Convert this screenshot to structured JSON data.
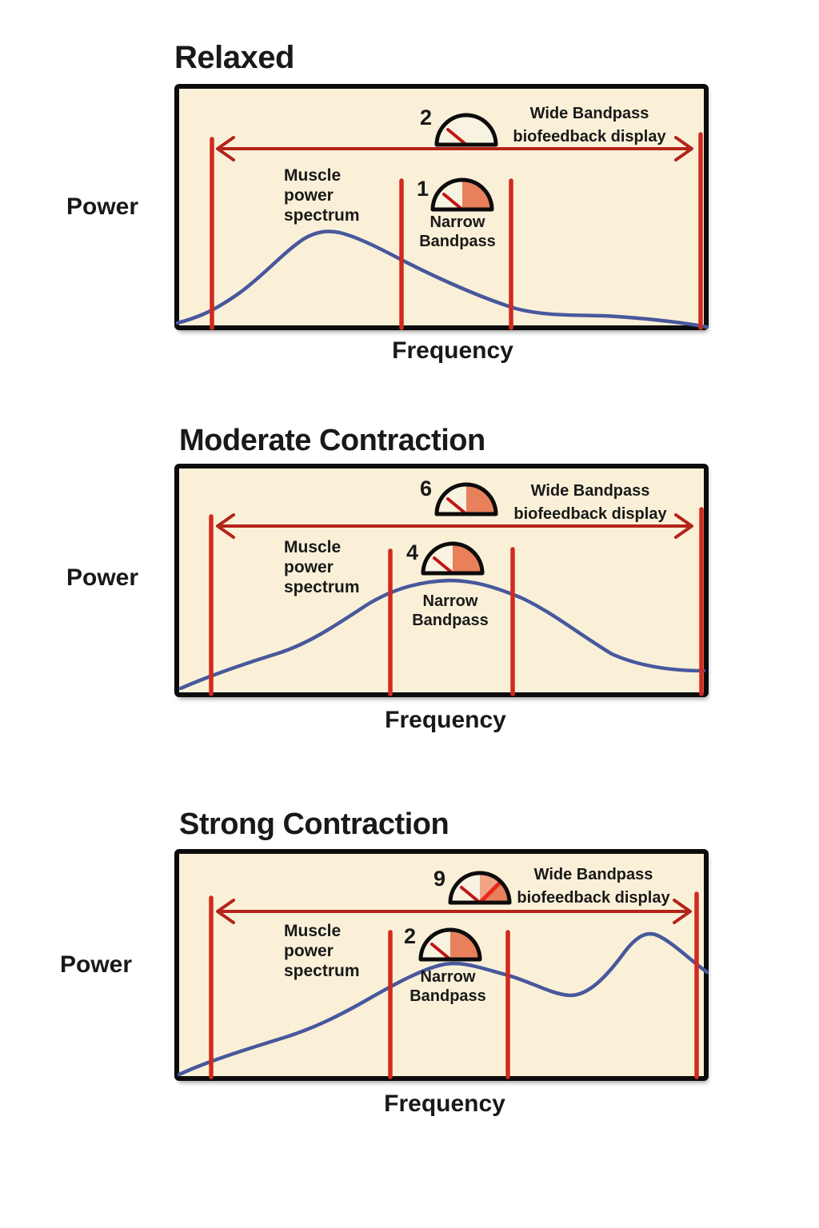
{
  "colors": {
    "page_background": "#ffffff",
    "panel_background": "#FAF0D8",
    "box_border": "#0c0c0c",
    "red_vertical_line": "#D12A1E",
    "arrow_red": "#B3241A",
    "needle_dark_red": "#C01616",
    "needle_bright_red": "#E8281C",
    "gauge_orange": "#E8805B",
    "gauge_orange_light": "#F2A487",
    "curve_blue": "#47589C",
    "text": "#191919"
  },
  "labels": {
    "power": "Power",
    "frequency": "Frequency",
    "spectrum": [
      "Muscle",
      "power",
      "spectrum"
    ],
    "wide_bandpass": [
      "Wide Bandpass",
      "biofeedback display"
    ],
    "narrow_bandpass": [
      "Narrow",
      "Bandpass"
    ]
  },
  "panels": [
    {
      "title": "Relaxed",
      "wide_gauge_value": "2",
      "narrow_gauge_value": "1"
    },
    {
      "title": "Moderate Contraction",
      "wide_gauge_value": "6",
      "narrow_gauge_value": "4"
    },
    {
      "title": "Strong Contraction",
      "wide_gauge_value": "9",
      "narrow_gauge_value": "2"
    }
  ]
}
